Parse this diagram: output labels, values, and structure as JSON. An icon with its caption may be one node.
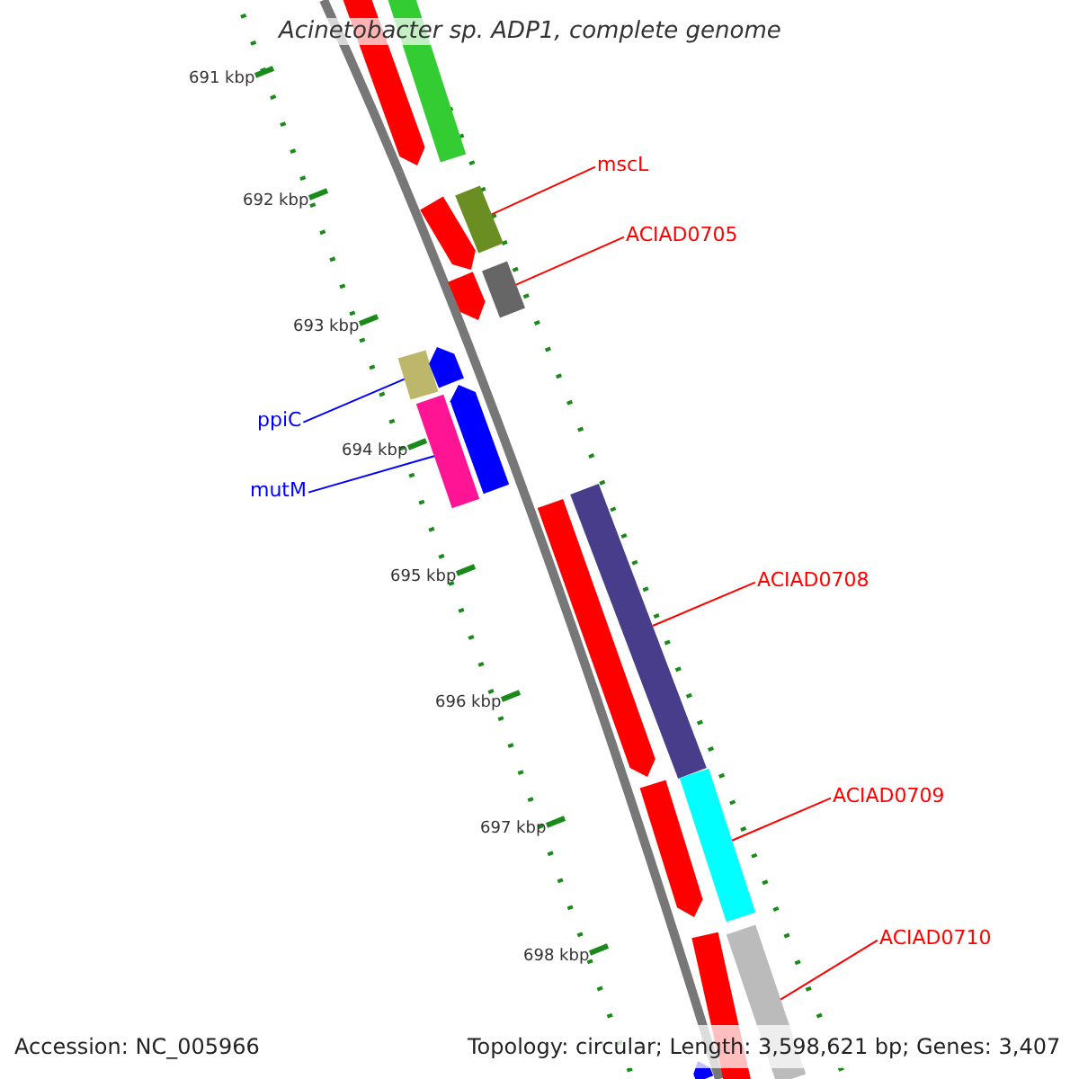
{
  "diagram": {
    "title": "Acinetobacter sp. ADP1, complete genome",
    "nodes": [
      {
        "text": [
          "mscL"
        ]
      },
      {
        "text": [],
        "shape": "bar"
      },
      {
        "text": [
          "ACIAD0705"
        ]
      },
      {
        "text": [],
        "shape": "bar"
      },
      {
        "text": [
          "ppiC"
        ]
      },
      {
        "text": [],
        "shape": "bar"
      },
      {
        "text": [
          "mutM"
        ]
      },
      {
        "text": [],
        "shape": "bar"
      },
      {
        "text": [
          "ACIAD0708"
        ]
      },
      {
        "text": [],
        "shape": "bar"
      },
      {
        "text": [
          "ACIAD0709"
        ]
      },
      {
        "text": [],
        "shape": "bar"
      },
      {
        "text": [
          "ACIAD0710"
        ]
      },
      {
        "text": [],
        "shape": "bar"
      },
      {
        "text": [],
        "shape": "bar"
      },
      {
        "text": [],
        "shape": "bar"
      },
      {
        "text": [],
        "shape": "bar"
      },
      {
        "text": [],
        "shape": "bar"
      },
      {
        "text": [],
        "shape": "bar"
      },
      {
        "text": [],
        "shape": "bar"
      },
      {
        "text": [],
        "shape": "bar"
      },
      {
        "text": [],
        "shape": "bar"
      },
      {
        "text": [],
        "shape": "bar"
      },
      {
        "text": [],
        "shape": "bar"
      }
    ],
    "edges": [
      {
        "from": 0,
        "to": 1,
        "arrow": "none"
      },
      {
        "from": 2,
        "to": 3,
        "arrow": "none"
      },
      {
        "from": 4,
        "to": 5,
        "arrow": "none",
        "color": "#0000ff"
      },
      {
        "from": 6,
        "to": 7,
        "arrow": "none",
        "color": "#0000ff"
      },
      {
        "from": 8,
        "to": 9,
        "arrow": "none"
      },
      {
        "from": 10,
        "to": 11,
        "arrow": "none"
      },
      {
        "from": 12,
        "to": 13,
        "arrow": "none"
      }
    ],
    "labels": [
      "691 kbp",
      "692 kbp",
      "693 kbp",
      "694 kbp",
      "695 kbp",
      "696 kbp",
      "697 kbp",
      "698 kbp",
      "Accession: NC_005966",
      "Topology: circular; Length: 3,598,621 bp; Genes: 3,407"
    ]
  }
}
